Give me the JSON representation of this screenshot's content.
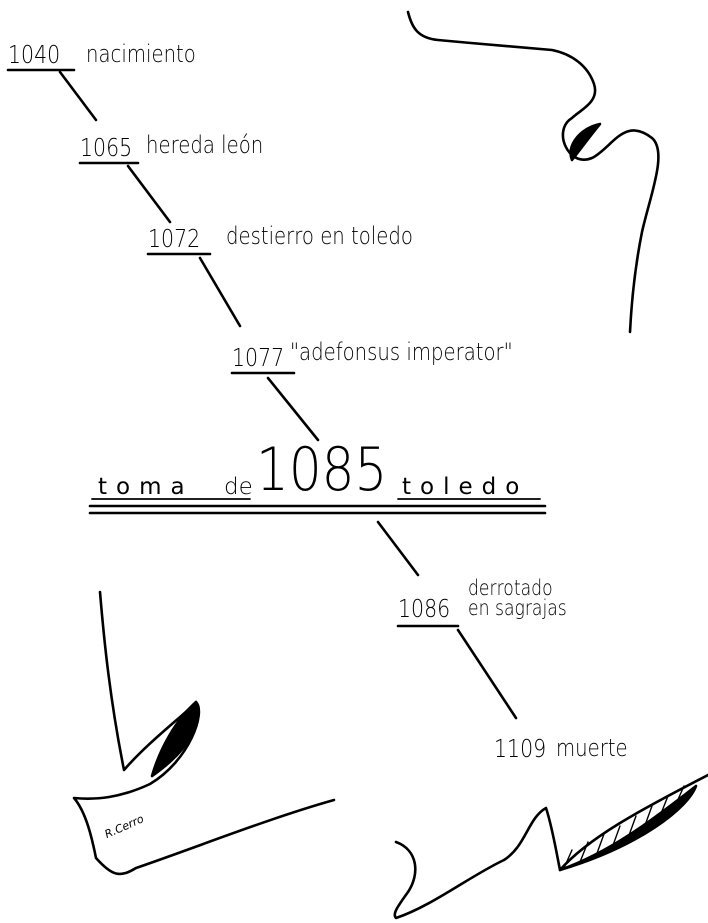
{
  "events": [
    {
      "year": "1040",
      "text": "nacimiento"
    },
    {
      "year": "1065",
      "text": "hereda león"
    },
    {
      "year": "1072",
      "text": "destierro en toledo"
    },
    {
      "year": "1077",
      "text": "\"adefonsus imperator\""
    },
    {
      "year": "1086",
      "text_line1": "derrotado",
      "text_line2": "en sagrajas"
    },
    {
      "year": "1109",
      "text": "muerte"
    }
  ],
  "headline": {
    "left": "toma",
    "connector": "de",
    "year": "1085",
    "right": "toledo"
  },
  "signature": "R.Cerro"
}
